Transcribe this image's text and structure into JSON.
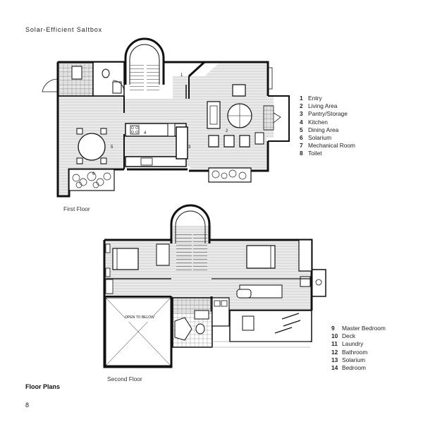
{
  "title": "Solar-Efficient Saltbox",
  "first_floor": {
    "caption": "First Floor",
    "plan_labels": [
      "2",
      "3",
      "4",
      "5",
      "6",
      "1"
    ],
    "legend": [
      {
        "num": "1",
        "label": "Entry"
      },
      {
        "num": "2",
        "label": "Living Area"
      },
      {
        "num": "3",
        "label": "Pantry/Storage"
      },
      {
        "num": "4",
        "label": "Kitchen"
      },
      {
        "num": "5",
        "label": "Dining Area"
      },
      {
        "num": "6",
        "label": "Solarium"
      },
      {
        "num": "7",
        "label": "Mechanical Room"
      },
      {
        "num": "8",
        "label": "Toilet"
      }
    ]
  },
  "second_floor": {
    "caption": "Second Floor",
    "open_label": "OPEN TO BELOW",
    "legend": [
      {
        "num": "9",
        "label": "Master Bedroom"
      },
      {
        "num": "10",
        "label": "Deck"
      },
      {
        "num": "11",
        "label": "Laundry"
      },
      {
        "num": "12",
        "label": "Bathroom"
      },
      {
        "num": "13",
        "label": "Solarium"
      },
      {
        "num": "14",
        "label": "Bedroom"
      }
    ]
  },
  "section_title": "Floor Plans",
  "page_number": "8"
}
